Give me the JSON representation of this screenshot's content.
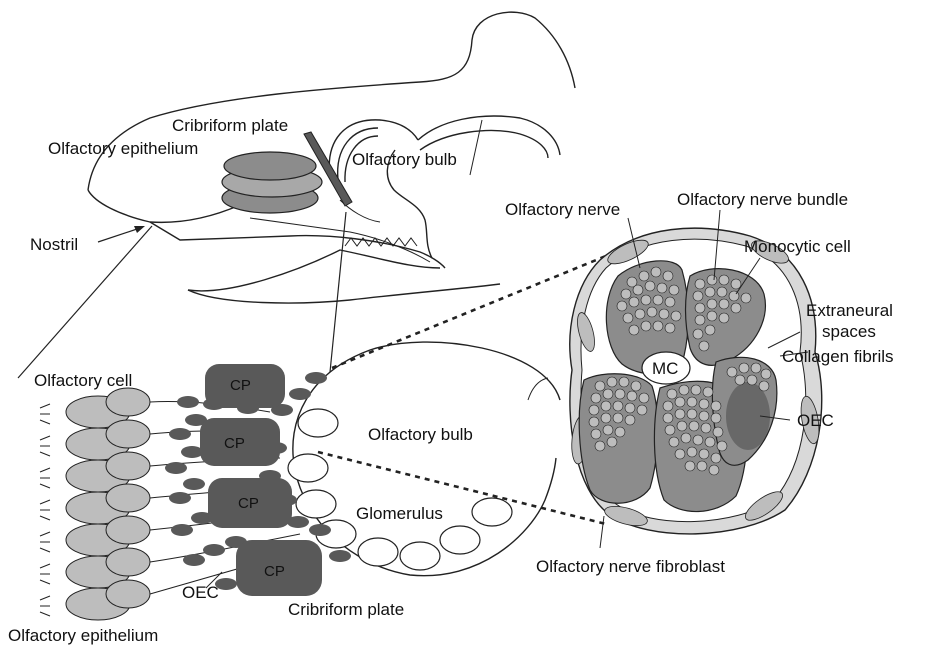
{
  "labels": {
    "cribriform_plate_top": "Cribriform plate",
    "olfactory_epithelium_top": "Olfactory epithelium",
    "olfactory_bulb_top": "Olfactory bulb",
    "nostril": "Nostril",
    "olfactory_nerve": "Olfactory nerve",
    "olfactory_nerve_bundle": "Olfactory nerve bundle",
    "monocytic_cell": "Monocytic cell",
    "extraneural_spaces_line1": "Extraneural",
    "extraneural_spaces_line2": "spaces",
    "collagen_fibrils": "Collagen fibrils",
    "mc": "MC",
    "oec_right": "OEC",
    "olfactory_cell": "Olfactory cell",
    "olfactory_bulb_bottom": "Olfactory bulb",
    "glomerulus": "Glomerulus",
    "olfactory_nerve_fibroblast": "Olfactory nerve fibroblast",
    "oec_bottom": "OEC",
    "cribriform_plate_bottom": "Cribriform plate",
    "olfactory_epithelium_bottom": "Olfactory epithelium",
    "cp": "CP"
  },
  "colors": {
    "dark_fill": "#595959",
    "mid_fill": "#8c8c8c",
    "light_fill": "#bdbdbd",
    "pale_fill": "#d9d9d9",
    "axon_fill": "#a8a8a8"
  }
}
